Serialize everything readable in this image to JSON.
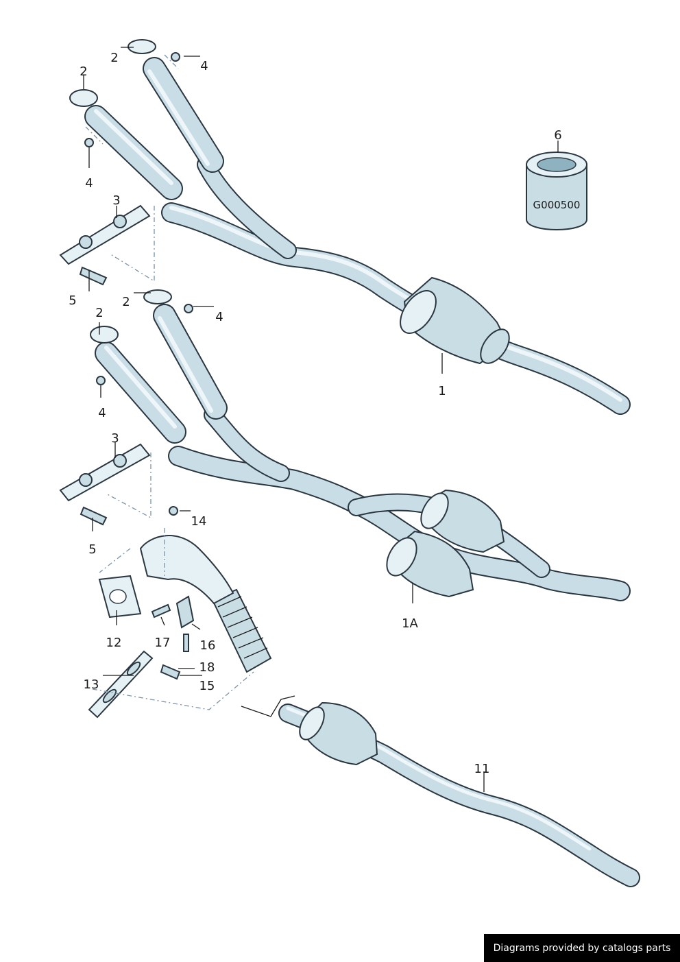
{
  "footer": {
    "credit": "Diagrams provided by catalogs parts"
  },
  "stamp": {
    "code": "G000500"
  },
  "callouts": {
    "a_2a": "2",
    "a_2b": "2",
    "a_4a": "4",
    "a_4b": "4",
    "a_3": "3",
    "a_5": "5",
    "a_1": "1",
    "a_6": "6",
    "b_2a": "2",
    "b_2b": "2",
    "b_4a": "4",
    "b_4b": "4",
    "b_3": "3",
    "b_5": "5",
    "b_1A": "1A",
    "c_14": "14",
    "c_12": "12",
    "c_17": "17",
    "c_16": "16",
    "c_18": "18",
    "c_13": "13",
    "c_15": "15",
    "c_11": "11"
  }
}
